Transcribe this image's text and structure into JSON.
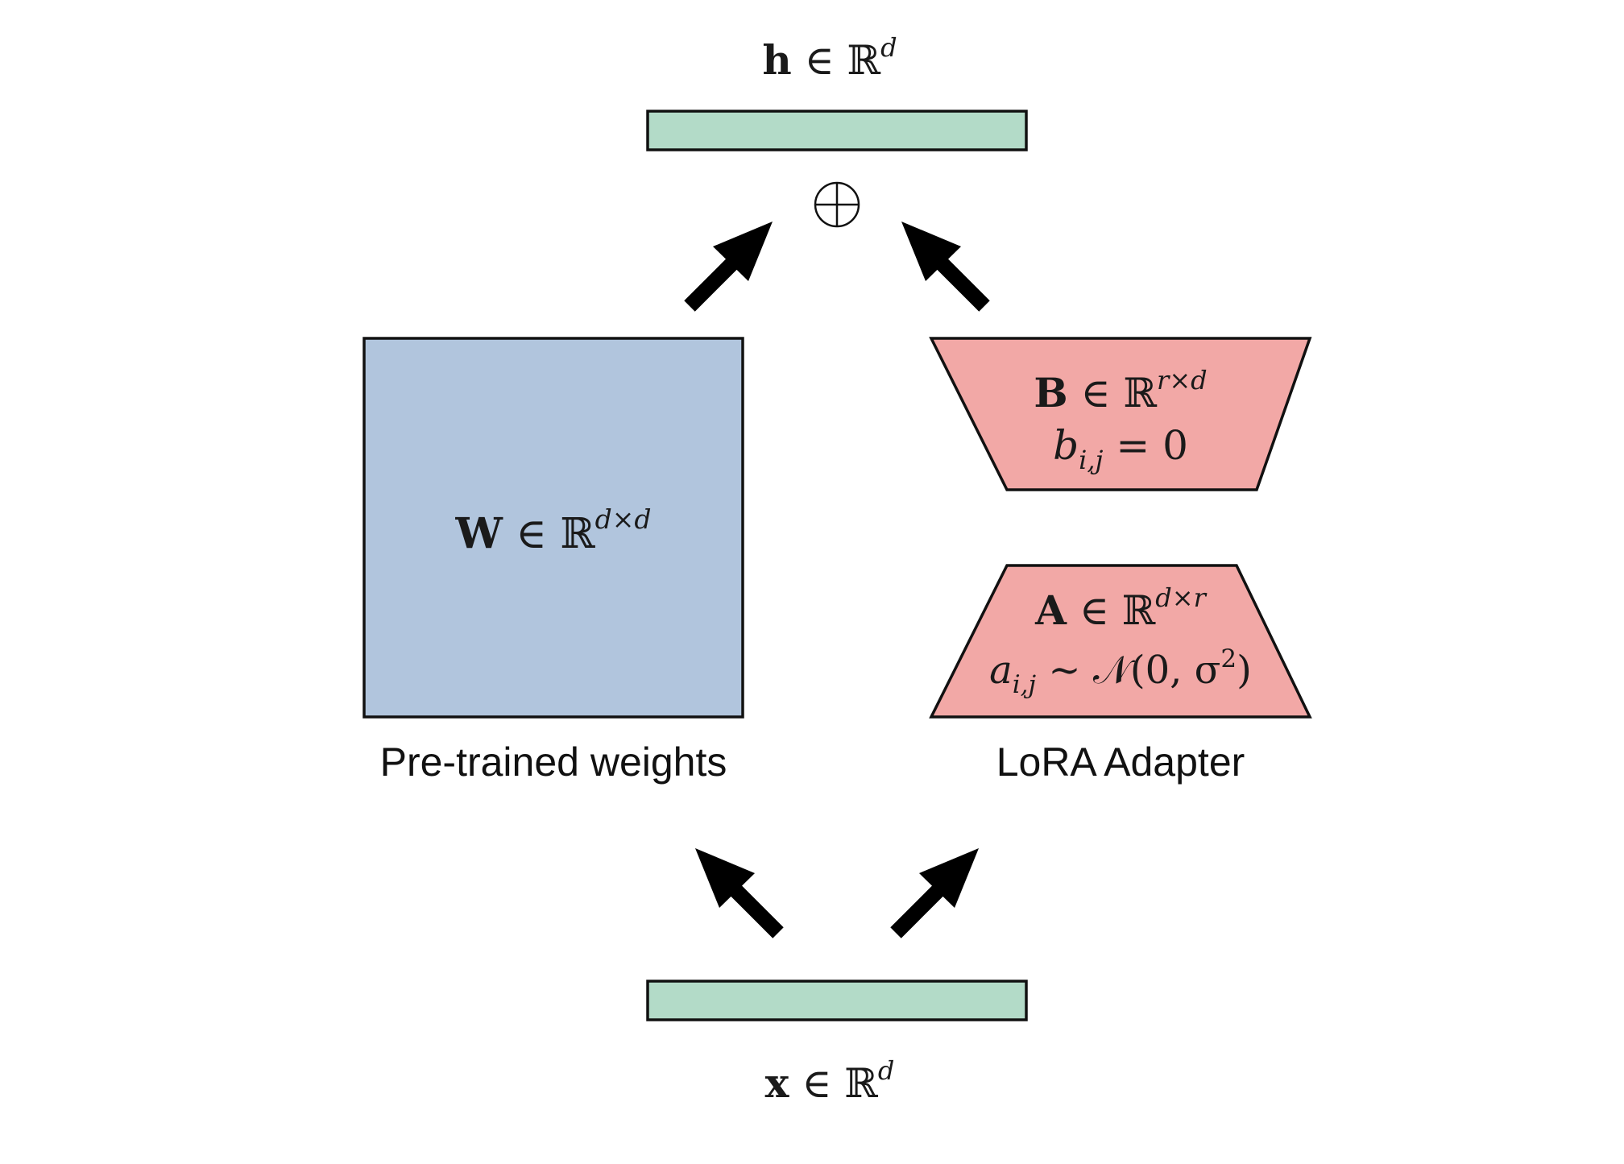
{
  "diagram": {
    "output": {
      "label_bold": "h",
      "label_rest": " ∈ ℝ",
      "label_sup": "d",
      "color": "#b3dbc8"
    },
    "input": {
      "label_bold": "x",
      "label_rest": " ∈ ℝ",
      "label_sup": "d",
      "color": "#b3dbc8"
    },
    "sum_operator": {
      "icon": "circle-plus-icon",
      "symbol": "⊕"
    },
    "pretrained": {
      "matrix_bold": "W",
      "matrix_rest": " ∈ ℝ",
      "matrix_sup": "d×d",
      "caption": "Pre-trained weights",
      "color": "#b1c5dd"
    },
    "lora": {
      "caption": "LoRA Adapter",
      "color": "#f2a8a6",
      "B": {
        "bold": "B",
        "rest": " ∈ ℝ",
        "sup": "r×d",
        "init_var": "b",
        "init_sub": "i,j",
        "init_rest": " = 0"
      },
      "A": {
        "bold": "A",
        "rest": " ∈ ℝ",
        "sup": "d×r",
        "init_var": "a",
        "init_sub": "i,j",
        "init_rest": " ∼ 𝒩(0, σ",
        "init_sup": "2",
        "init_close": ")"
      }
    },
    "arrows": [
      {
        "name": "arrow-w-to-sum",
        "direction": "up-right"
      },
      {
        "name": "arrow-lora-to-sum",
        "direction": "up-left"
      },
      {
        "name": "arrow-input-to-w",
        "direction": "up-left"
      },
      {
        "name": "arrow-input-to-lora",
        "direction": "up-right"
      }
    ]
  }
}
